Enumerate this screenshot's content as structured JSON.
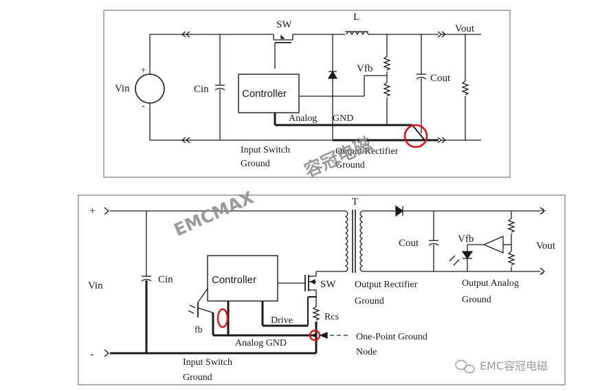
{
  "colors": {
    "wire": "#1a1a1a",
    "frame": "#7a7a7a",
    "highlight": "#e01010",
    "watermark": "#8a8a8a",
    "footer_icon": "#9a9a9a"
  },
  "diagram1": {
    "labels": {
      "sw": "SW",
      "inductor": "L",
      "vout": "Vout",
      "vin": "Vin",
      "cin": "Cin",
      "controller": "Controller",
      "vfb": "Vfb",
      "cout": "Cout",
      "analog_gnd": "Analog",
      "gnd": "GND",
      "input_switch": "Input Switch",
      "ground": "Ground",
      "output_rectifier": "Output Rectifier",
      "rectifier_ground": "Ground",
      "plus": "+",
      "minus": "-"
    }
  },
  "diagram2": {
    "labels": {
      "plus": "+",
      "minus": "-",
      "transformer": "T",
      "cout": "Cout",
      "vfb": "Vfb",
      "vout": "Vout",
      "vin": "Vin",
      "cin": "Cin",
      "controller": "Controller",
      "sw": "SW",
      "output_rectifier": "Output Rectifier",
      "output_rectifier_ground": "Ground",
      "output_analog": "Output Analog",
      "output_analog_ground": "Ground",
      "drive": "Drive",
      "rcs": "Rcs",
      "fb": "fb",
      "analog_gnd": "Analog GND",
      "one_point": "One-Point Ground",
      "node": "Node",
      "input_switch": "Input Switch",
      "ground": "Ground"
    }
  },
  "watermarks": {
    "brand_cn": "容冠电磁",
    "brand_en": "EMCMAX"
  },
  "footer": {
    "text": "EMC容冠电磁"
  }
}
